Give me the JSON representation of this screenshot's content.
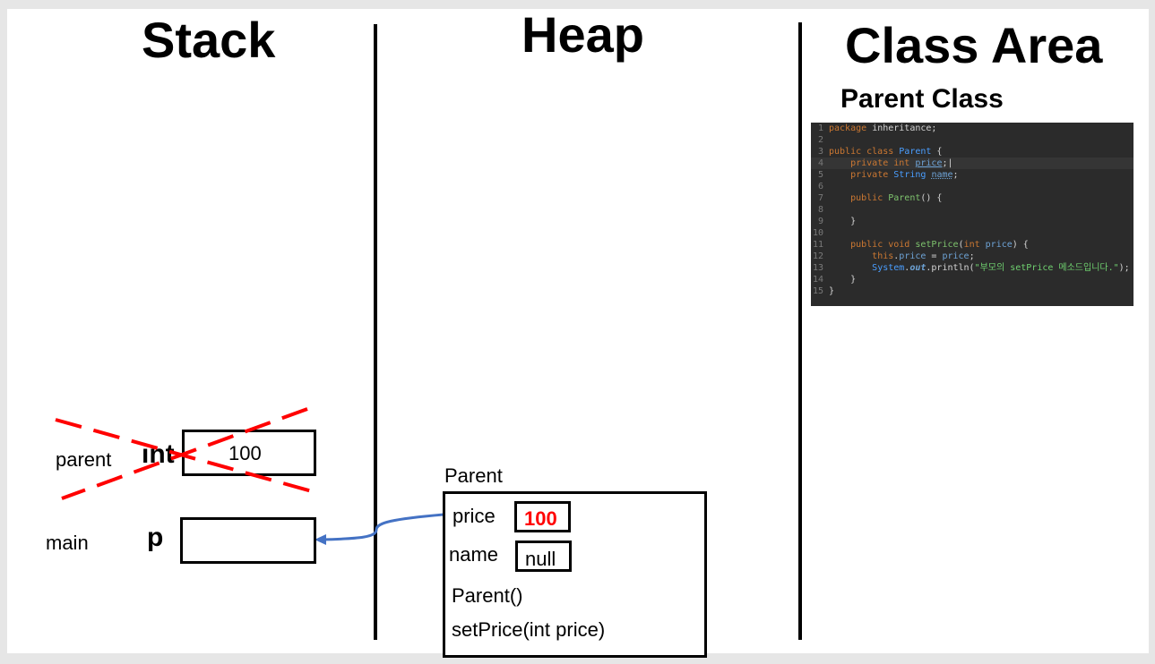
{
  "columns": {
    "stack": "Stack",
    "heap": "Heap",
    "class_area": "Class Area"
  },
  "class_area": {
    "subtitle": "Parent Class",
    "code": [
      {
        "n": "1",
        "t": "package inheritance;"
      },
      {
        "n": "2",
        "t": ""
      },
      {
        "n": "3",
        "t": "public class Parent {"
      },
      {
        "n": "4",
        "t": "    private int price;"
      },
      {
        "n": "5",
        "t": "    private String name;"
      },
      {
        "n": "6",
        "t": ""
      },
      {
        "n": "7",
        "t": "    public Parent() {"
      },
      {
        "n": "8",
        "t": ""
      },
      {
        "n": "9",
        "t": "    }"
      },
      {
        "n": "10",
        "t": ""
      },
      {
        "n": "11",
        "t": "    public void setPrice(int price) {"
      },
      {
        "n": "12",
        "t": "        this.price = price;"
      },
      {
        "n": "13",
        "t": "        System.out.println(\"부모의 setPrice 메소드입니다.\");"
      },
      {
        "n": "14",
        "t": "    }"
      },
      {
        "n": "15",
        "t": "}"
      }
    ]
  },
  "stack": {
    "frames": [
      {
        "label": "parent",
        "type": "int",
        "value": "100",
        "crossed": true
      },
      {
        "label": "main",
        "type": "p",
        "value": ""
      }
    ]
  },
  "heap": {
    "object_label": "Parent",
    "fields": [
      {
        "name": "price",
        "value": "100",
        "value_color": "#ff0000"
      },
      {
        "name": "name",
        "value": "null"
      }
    ],
    "methods": [
      "Parent()",
      "setPrice(int price)"
    ]
  },
  "colors": {
    "cross": "#ff0000",
    "arrow": "#4472c4",
    "highlight": "#ff0000"
  }
}
